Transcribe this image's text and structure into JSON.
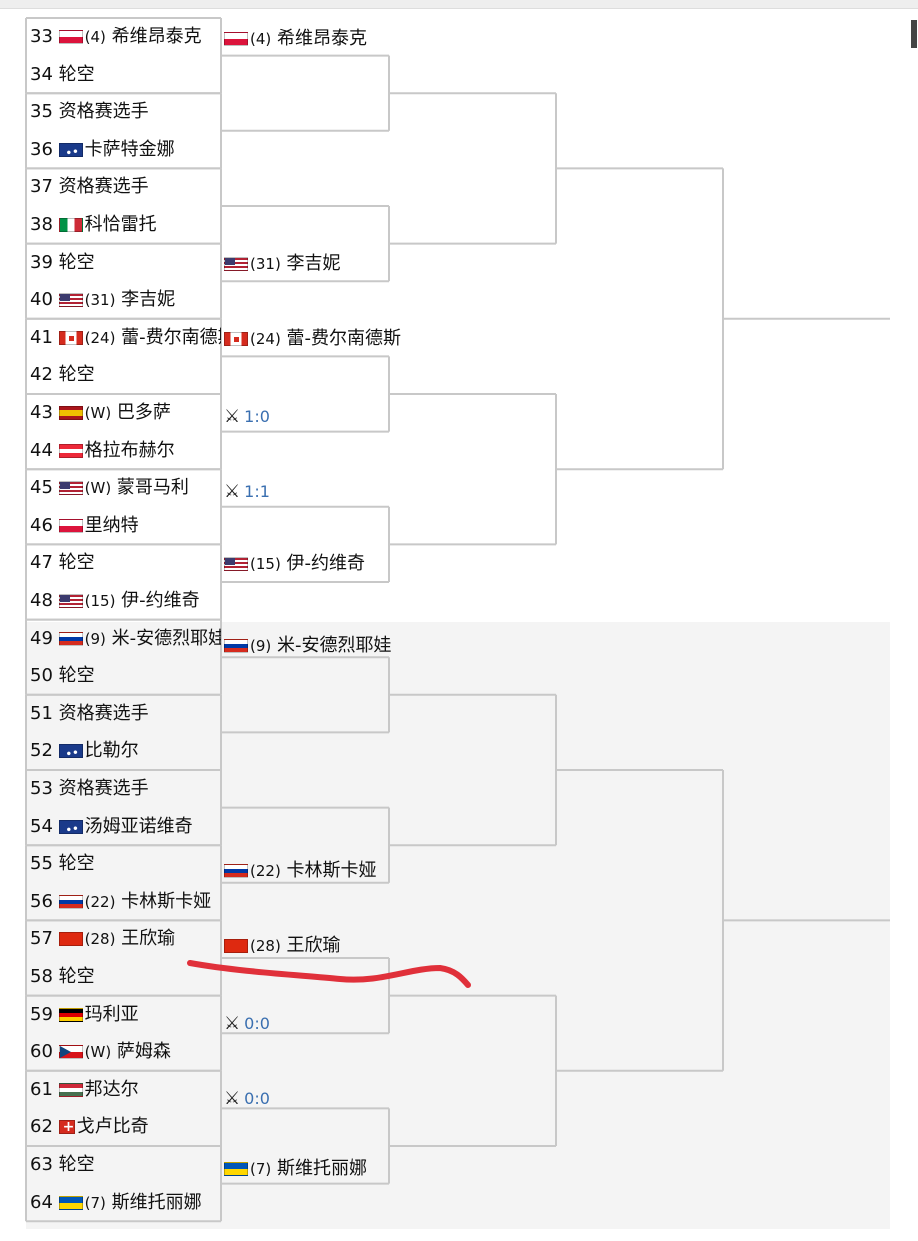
{
  "draw_players": [
    {
      "num": "33",
      "flag": "pl",
      "seed": "(4)",
      "name": "希维昂泰克"
    },
    {
      "num": "34",
      "flag": "",
      "seed": "",
      "name": "轮空"
    },
    {
      "num": "35",
      "flag": "",
      "seed": "",
      "name": "资格赛选手"
    },
    {
      "num": "36",
      "flag": "au",
      "seed": "",
      "name": "卡萨特金娜"
    },
    {
      "num": "37",
      "flag": "",
      "seed": "",
      "name": "资格赛选手"
    },
    {
      "num": "38",
      "flag": "it",
      "seed": "",
      "name": "科恰雷托"
    },
    {
      "num": "39",
      "flag": "",
      "seed": "",
      "name": "轮空"
    },
    {
      "num": "40",
      "flag": "us",
      "seed": "(31)",
      "name": "李吉妮"
    },
    {
      "num": "41",
      "flag": "ca",
      "seed": "(24)",
      "name": "蕾-费尔南德斯"
    },
    {
      "num": "42",
      "flag": "",
      "seed": "",
      "name": "轮空"
    },
    {
      "num": "43",
      "flag": "es",
      "seed": "(W)",
      "name": "巴多萨"
    },
    {
      "num": "44",
      "flag": "at",
      "seed": "",
      "name": "格拉布赫尔"
    },
    {
      "num": "45",
      "flag": "us",
      "seed": "(W)",
      "name": "蒙哥马利"
    },
    {
      "num": "46",
      "flag": "pl",
      "seed": "",
      "name": "里纳特"
    },
    {
      "num": "47",
      "flag": "",
      "seed": "",
      "name": "轮空"
    },
    {
      "num": "48",
      "flag": "us",
      "seed": "(15)",
      "name": "伊-约维奇"
    },
    {
      "num": "49",
      "flag": "ru",
      "seed": "(9)",
      "name": "米-安德烈耶娃"
    },
    {
      "num": "50",
      "flag": "",
      "seed": "",
      "name": "轮空"
    },
    {
      "num": "51",
      "flag": "",
      "seed": "",
      "name": "资格赛选手"
    },
    {
      "num": "52",
      "flag": "au",
      "seed": "",
      "name": "比勒尔"
    },
    {
      "num": "53",
      "flag": "",
      "seed": "",
      "name": "资格赛选手"
    },
    {
      "num": "54",
      "flag": "au",
      "seed": "",
      "name": "汤姆亚诺维奇"
    },
    {
      "num": "55",
      "flag": "",
      "seed": "",
      "name": "轮空"
    },
    {
      "num": "56",
      "flag": "ru",
      "seed": "(22)",
      "name": "卡林斯卡娅"
    },
    {
      "num": "57",
      "flag": "cn",
      "seed": "(28)",
      "name": "王欣瑜"
    },
    {
      "num": "58",
      "flag": "",
      "seed": "",
      "name": "轮空"
    },
    {
      "num": "59",
      "flag": "de",
      "seed": "",
      "name": "玛利亚"
    },
    {
      "num": "60",
      "flag": "cz",
      "seed": "(W)",
      "name": "萨姆森"
    },
    {
      "num": "61",
      "flag": "hu",
      "seed": "",
      "name": "邦达尔"
    },
    {
      "num": "62",
      "flag": "ch",
      "seed": "",
      "name": "戈卢比奇"
    },
    {
      "num": "63",
      "flag": "",
      "seed": "",
      "name": "轮空"
    },
    {
      "num": "64",
      "flag": "ua",
      "seed": "(7)",
      "name": "斯维托丽娜"
    }
  ],
  "round2": [
    {
      "flag": "pl",
      "seed": "(4)",
      "name": "希维昂泰克"
    },
    {
      "flag": "us",
      "seed": "(31)",
      "name": "李吉妮"
    },
    {
      "flag": "ca",
      "seed": "(24)",
      "name": "蕾-费尔南德斯"
    },
    {
      "score": "1:0"
    },
    {
      "score": "1:1"
    },
    {
      "flag": "us",
      "seed": "(15)",
      "name": "伊-约维奇"
    },
    {
      "flag": "ru",
      "seed": "(9)",
      "name": "米-安德烈耶娃"
    },
    {
      "flag": "ru",
      "seed": "(22)",
      "name": "卡林斯卡娅"
    },
    {
      "flag": "cn",
      "seed": "(28)",
      "name": "王欣瑜"
    },
    {
      "score": "0:0"
    },
    {
      "score": "0:0"
    },
    {
      "flag": "ua",
      "seed": "(7)",
      "name": "斯维托丽娜"
    }
  ],
  "colors": {
    "line": "#c8c8c8",
    "score": "#3a6fb0",
    "annotation": "#e0303a"
  },
  "icons": {
    "match_in_progress": "crossed-swords-icon"
  }
}
